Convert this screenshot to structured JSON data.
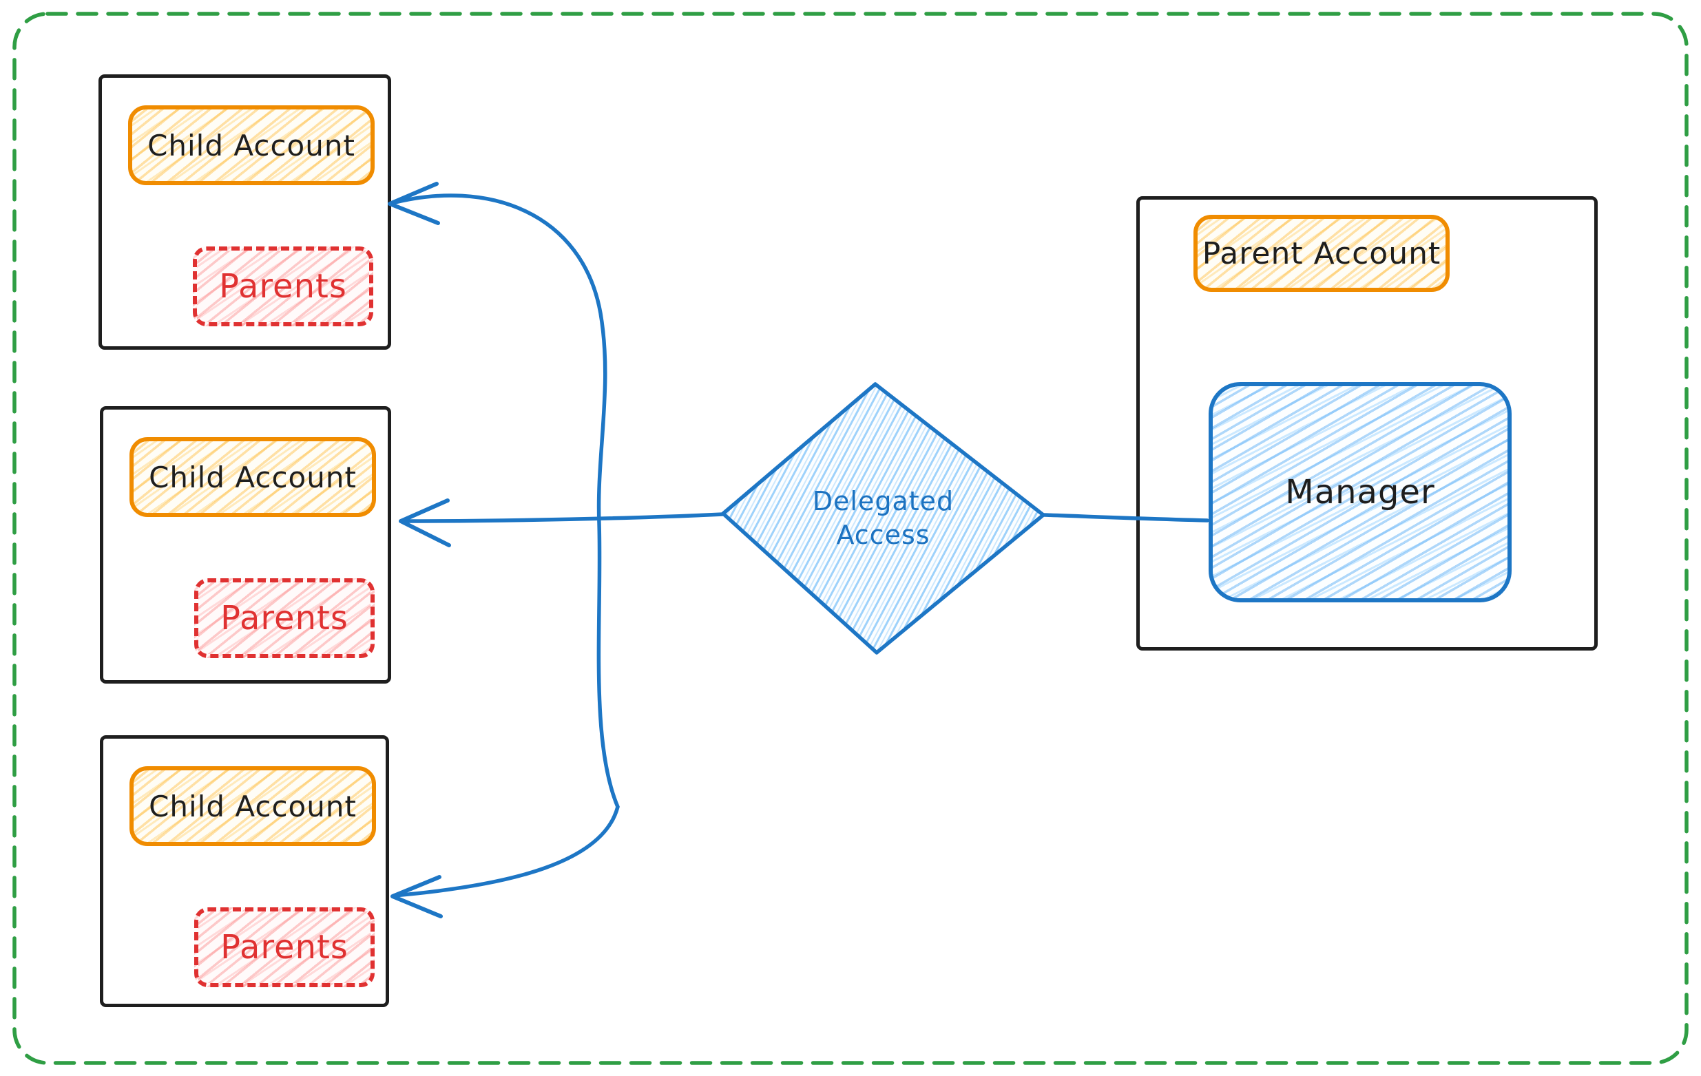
{
  "diagram": {
    "child_boxes": [
      {
        "title": "Child Account",
        "badge": "Parents"
      },
      {
        "title": "Child Account",
        "badge": "Parents"
      },
      {
        "title": "Child Account",
        "badge": "Parents"
      }
    ],
    "parent_box": {
      "title": "Parent Account",
      "manager_label": "Manager"
    },
    "decision_diamond": {
      "label": "Delegated Access"
    },
    "colors": {
      "canvas_border_green": "#2f9e44",
      "box_outline_black": "#1e1e1e",
      "account_label_orange": "#f08c00",
      "account_hatch_yellow": "#ffd572",
      "parents_red": "#e03131",
      "parents_hatch_pink": "#ffb1b1",
      "connector_blue": "#1d76c5",
      "diamond_hatch_blue": "#9ed2fb"
    }
  }
}
